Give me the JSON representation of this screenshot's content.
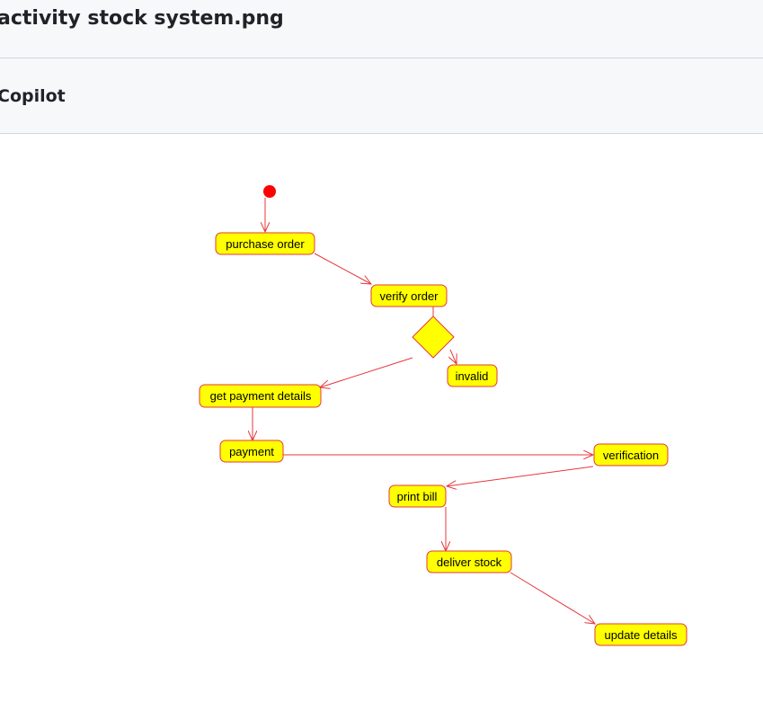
{
  "file": {
    "title": "activity stock system.png"
  },
  "copilot": {
    "label": "Copilot"
  },
  "diagram": {
    "colors": {
      "node_fill": "#ffff00",
      "node_stroke": "#e4383c",
      "arrow": "#e4383c",
      "start": "#ff0000"
    },
    "nodes": {
      "purchase_order": "purchase order",
      "verify_order": "verify order",
      "invalid": "invalid",
      "get_payment_details": "get payment details",
      "payment": "payment",
      "verification": "verification",
      "print_bill": "print bill",
      "deliver_stock": "deliver stock",
      "update_details": "update details"
    }
  }
}
